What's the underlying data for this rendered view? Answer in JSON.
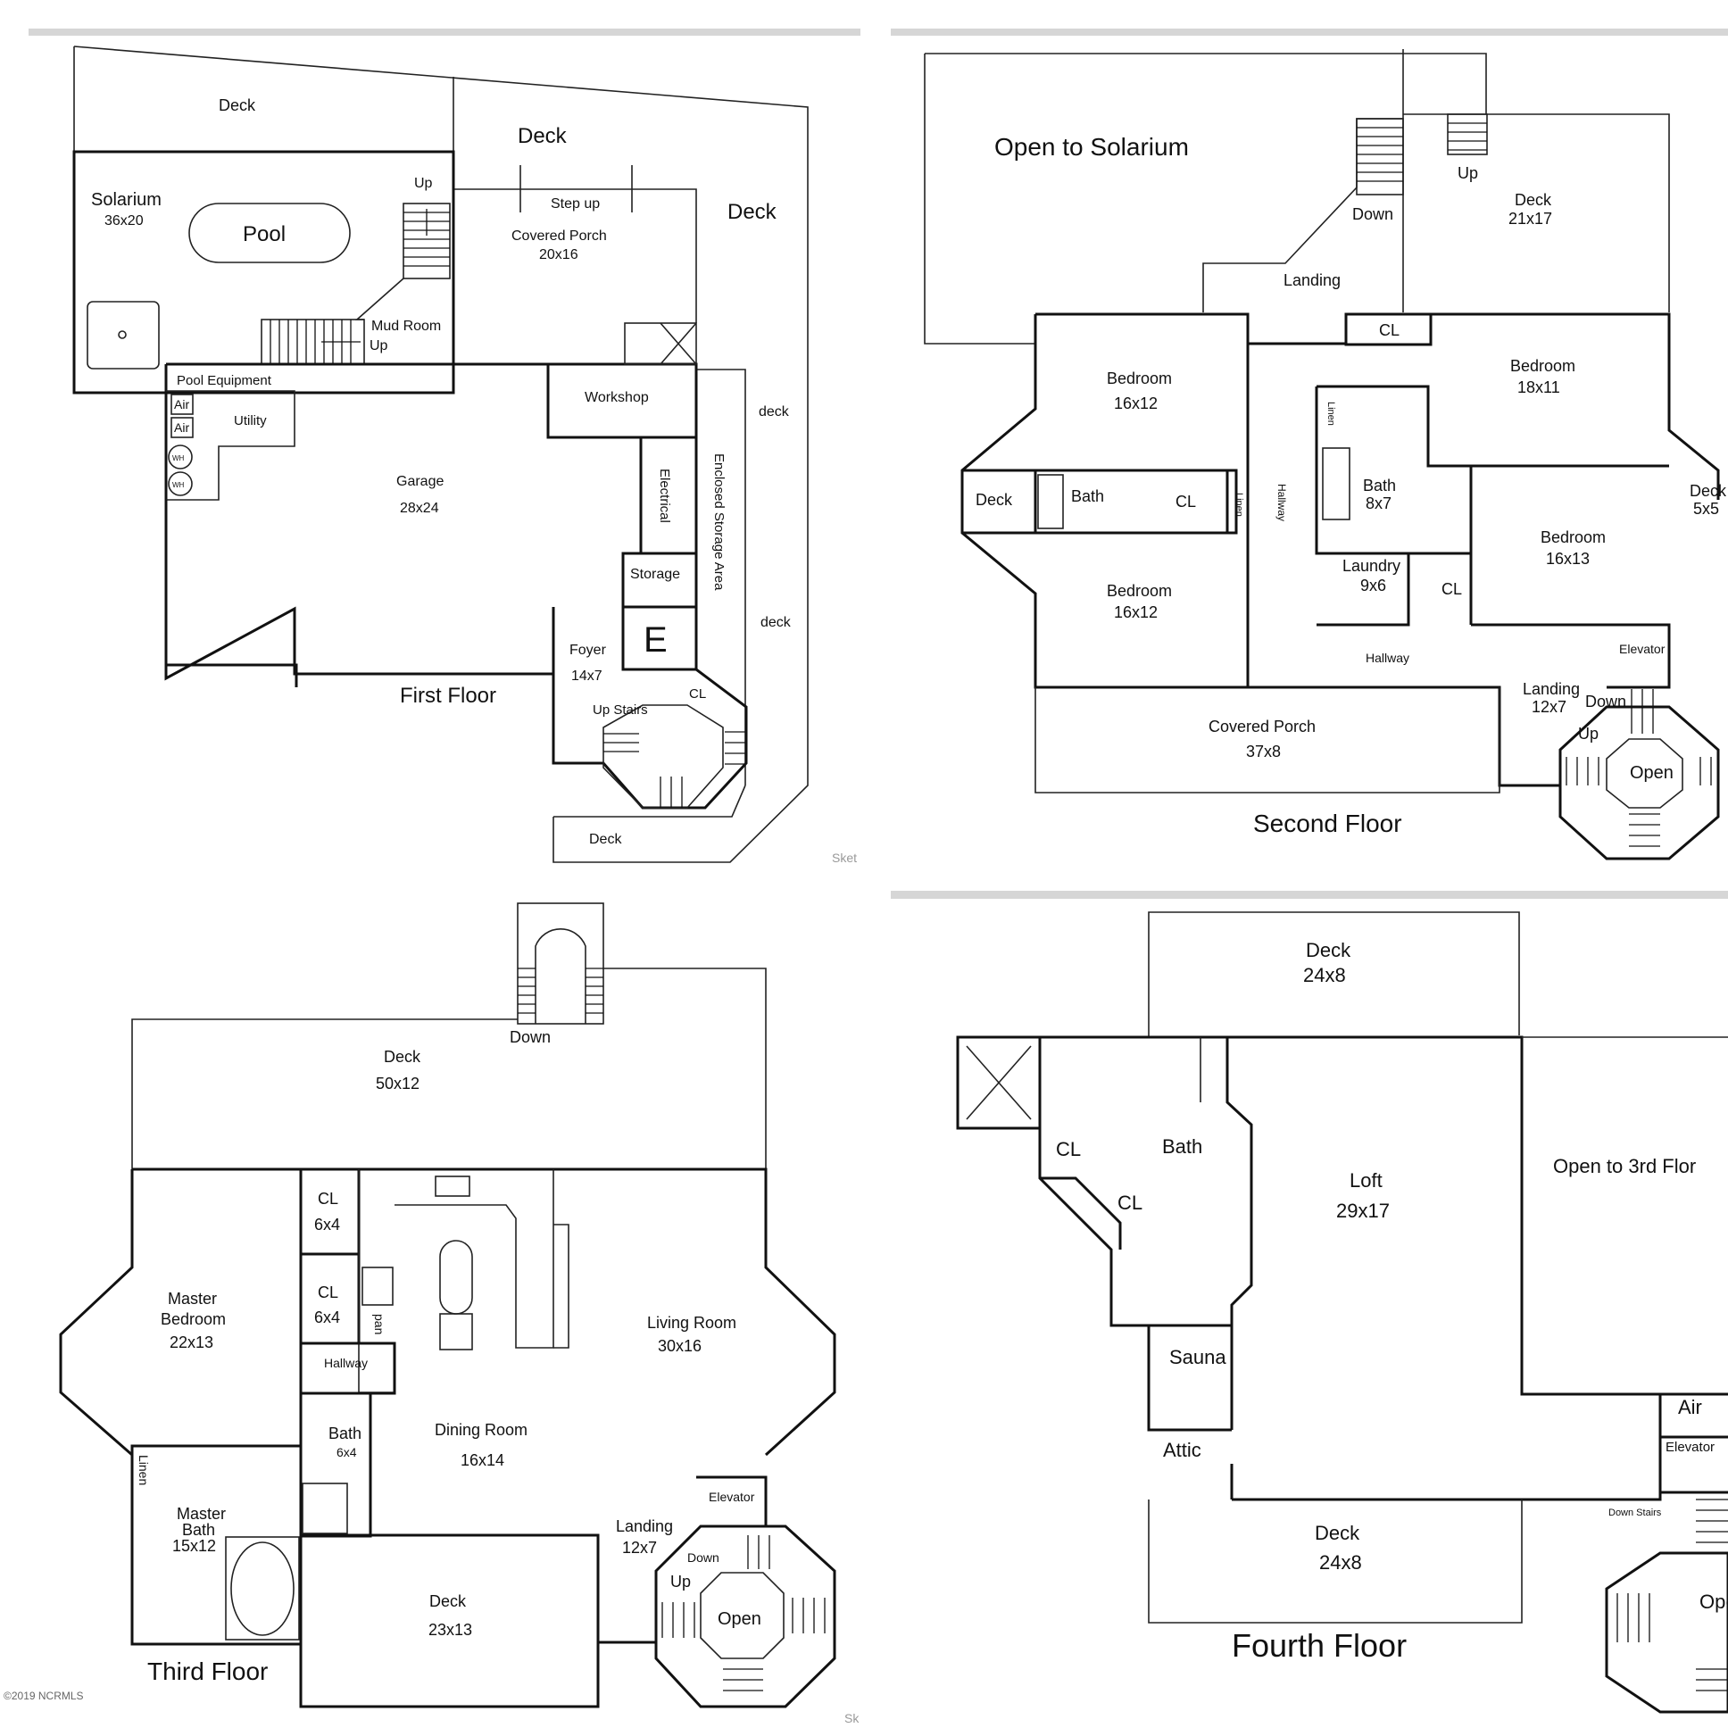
{
  "floors": {
    "first": {
      "title": "First Floor",
      "rooms": {
        "deck_a": "Deck",
        "deck_b": "Deck",
        "deck_c": "Deck",
        "deck_small_1": "deck",
        "deck_small_2": "deck",
        "deck_bottom": "Deck",
        "solarium": "Solarium",
        "solarium_size": "36x20",
        "pool": "Pool",
        "up": "Up",
        "mud_room": "Mud Room",
        "mud_up": "Up",
        "step_up": "Step up",
        "covered_porch": "Covered Porch",
        "covered_porch_size": "20x16",
        "pool_equipment": "Pool Equipment",
        "air1": "Air",
        "air2": "Air",
        "wh1": "WH",
        "wh2": "WH",
        "utility": "Utility",
        "workshop": "Workshop",
        "garage": "Garage",
        "garage_size": "28x24",
        "electrical": "Electrical",
        "enclosed_storage": "Enclosed Storage Area",
        "storage": "Storage",
        "elevator_mark": "E",
        "foyer": "Foyer",
        "foyer_size": "14x7",
        "up_stairs": "Up Stairs",
        "cl": "CL",
        "sketch_partial": "Sket"
      }
    },
    "second": {
      "title": "Second Floor",
      "rooms": {
        "open_solarium": "Open to Solarium",
        "down": "Down",
        "up": "Up",
        "deck": "Deck",
        "deck_size": "21x17",
        "landing": "Landing",
        "cl_top": "CL",
        "bedroom_a": "Bedroom",
        "bedroom_a_size": "16x12",
        "bedroom_b": "Bedroom",
        "bedroom_b_size": "18x11",
        "deck_left": "Deck",
        "bath_left": "Bath",
        "cl_mid": "CL",
        "linen_a": "Linen",
        "hallway_v": "Hallway",
        "linen_b": "Linen",
        "bath_mid": "Bath",
        "bath_mid_size": "8x7",
        "deck_right": "Deck",
        "deck_right_size": "5x5",
        "bedroom_c": "Bedroom",
        "bedroom_c_size": "16x13",
        "laundry": "Laundry",
        "laundry_size": "9x6",
        "cl_laundry": "CL",
        "bedroom_d": "Bedroom",
        "bedroom_d_size": "16x12",
        "elevator": "Elevator",
        "hallway_h": "Hallway",
        "landing_b": "Landing",
        "landing_b_size": "12x7",
        "down_b": "Down",
        "up_b": "Up",
        "open": "Open",
        "covered_porch": "Covered Porch",
        "covered_porch_size": "37x8"
      }
    },
    "third": {
      "title": "Third Floor",
      "rooms": {
        "down": "Down",
        "deck_top": "Deck",
        "deck_top_size": "50x12",
        "cl1": "CL",
        "cl1_size": "6x4",
        "cl2": "CL",
        "cl2_size": "6x4",
        "pan": "pan",
        "master_bedroom_1": "Master",
        "master_bedroom_2": "Bedroom",
        "master_bedroom_size": "22x13",
        "hallway": "Hallway",
        "living_room": "Living Room",
        "living_room_size": "30x16",
        "bath": "Bath",
        "bath_size": "6x4",
        "dining_room": "Dining Room",
        "dining_room_size": "16x14",
        "linen": "Linen",
        "master_bath_1": "Master",
        "master_bath_2": "Bath",
        "master_bath_size": "15x12",
        "elevator": "Elevator",
        "landing": "Landing",
        "landing_size": "12x7",
        "down_b": "Down",
        "up": "Up",
        "open": "Open",
        "deck_bottom": "Deck",
        "deck_bottom_size": "23x13",
        "sketch_partial": "Sk"
      }
    },
    "fourth": {
      "title": "Fourth Floor",
      "rooms": {
        "deck_top": "Deck",
        "deck_top_size": "24x8",
        "cl1": "CL",
        "bath": "Bath",
        "cl2": "CL",
        "loft": "Loft",
        "loft_size": "29x17",
        "open_3rd": "Open to 3rd Flor",
        "sauna": "Sauna",
        "attic": "Attic",
        "air": "Air",
        "elevator": "Elevator",
        "down_stairs": "Down Stairs",
        "open_partial": "Ope",
        "deck_bottom": "Deck",
        "deck_bottom_size": "24x8"
      }
    }
  },
  "watermark": "©2019 NCRMLS"
}
